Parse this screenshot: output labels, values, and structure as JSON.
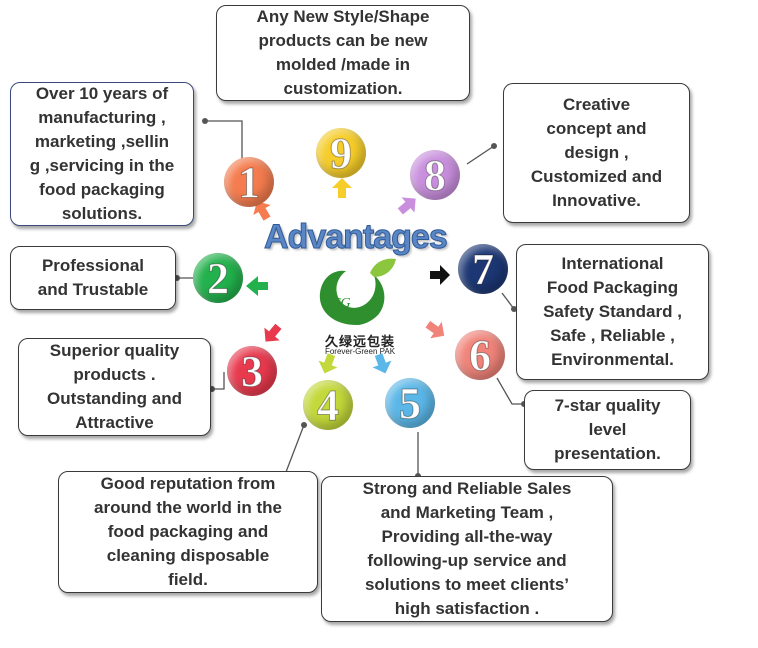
{
  "title": "Advantages",
  "logo": {
    "mark": "FG",
    "brand_cn": "久绿远包装",
    "brand_en": "Forever-Green PAK"
  },
  "items": [
    {
      "number": "1",
      "color": "#f47c4e",
      "lines": [
        "Over 10 years of",
        "manufacturing ,",
        "marketing ,sellin",
        "g ,servicing in the",
        "food packaging",
        "solutions."
      ]
    },
    {
      "number": "2",
      "color": "#22b14c",
      "lines": [
        "Professional",
        "and Trustable"
      ]
    },
    {
      "number": "3",
      "color": "#e8394d",
      "lines": [
        "Superior quality",
        "products .",
        "Outstanding and",
        "Attractive"
      ]
    },
    {
      "number": "4",
      "color": "#c3d83a",
      "lines": [
        "Good reputation from",
        "around the world in the",
        "food packaging and",
        "cleaning disposable",
        "field."
      ]
    },
    {
      "number": "5",
      "color": "#5bb7e8",
      "lines": [
        "Strong and Reliable Sales",
        "and Marketing Team ,",
        "Providing all-the-way",
        "following-up service and",
        "solutions to meet clients’",
        "high satisfaction ."
      ]
    },
    {
      "number": "6",
      "color": "#f0847a",
      "lines": [
        "7-star quality",
        "level",
        "presentation."
      ]
    },
    {
      "number": "7",
      "color": "#1c3774",
      "lines": [
        "International",
        "Food Packaging",
        "Safety Standard ,",
        "Safe , Reliable ,",
        "Environmental."
      ]
    },
    {
      "number": "8",
      "color": "#c98fde",
      "lines": [
        "Creative",
        "concept and",
        "design ,",
        "Customized and",
        "Innovative."
      ]
    },
    {
      "number": "9",
      "color": "#f6cd2a",
      "lines": [
        "Any New Style/Shape",
        "products can be new",
        "molded /made in",
        "customization."
      ]
    }
  ]
}
